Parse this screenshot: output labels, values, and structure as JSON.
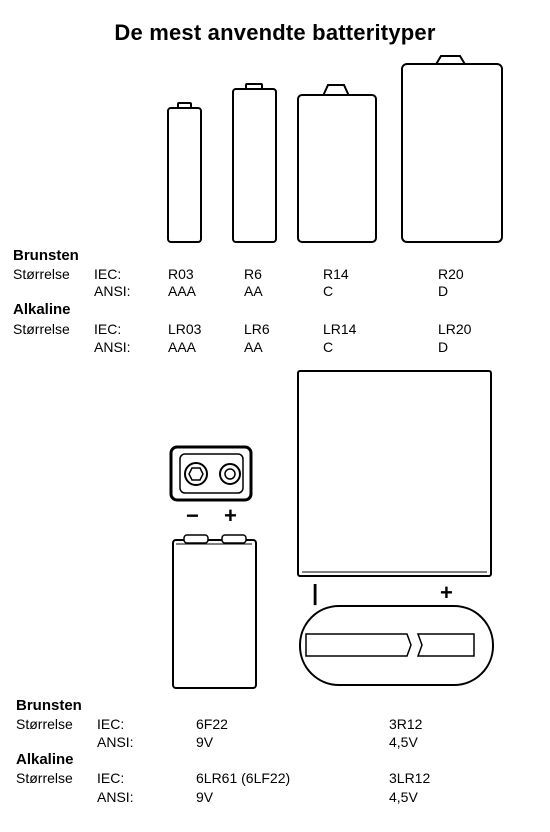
{
  "title": "De mest anvendte batterityper",
  "section1": {
    "brunsten": {
      "heading": "Brunsten",
      "size_label": "Størrelse",
      "iec_label": "IEC:",
      "ansi_label": "ANSI:",
      "iec": [
        "R03",
        "R6",
        "R14",
        "R20"
      ],
      "ansi": [
        "AAA",
        "AA",
        "C",
        "D"
      ]
    },
    "alkaline": {
      "heading": "Alkaline",
      "size_label": "Størrelse",
      "iec_label": "IEC:",
      "ansi_label": "ANSI:",
      "iec": [
        "LR03",
        "LR6",
        "LR14",
        "LR20"
      ],
      "ansi": [
        "AAA",
        "AA",
        "C",
        "D"
      ]
    }
  },
  "terminals": {
    "nine_volt_minus": "−",
    "nine_volt_plus": "+",
    "flat_minus": "|",
    "flat_plus": "+"
  },
  "section2": {
    "brunsten": {
      "heading": "Brunsten",
      "size_label": "Størrelse",
      "iec_label": "IEC:",
      "ansi_label": "ANSI:",
      "iec": [
        "6F22",
        "3R12"
      ],
      "ansi": [
        "9V",
        "4,5V"
      ]
    },
    "alkaline": {
      "heading": "Alkaline",
      "size_label": "Størrelse",
      "iec_label": "IEC:",
      "ansi_label": "ANSI:",
      "iec": [
        "6LR61 (6LF22)",
        "3LR12"
      ],
      "ansi": [
        "9V",
        "4,5V"
      ]
    }
  }
}
